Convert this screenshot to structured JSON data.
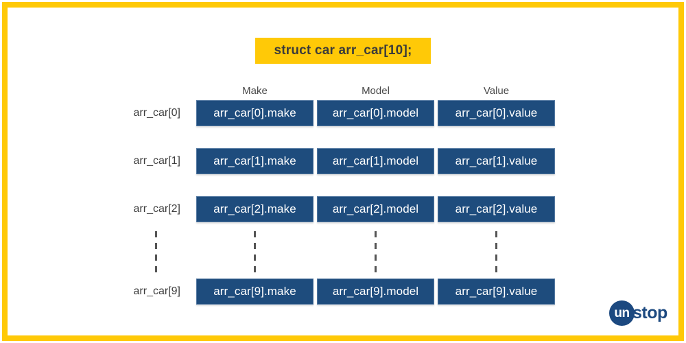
{
  "title": {
    "text": "struct car arr_car[10];"
  },
  "columns": [
    "Make",
    "Model",
    "Value"
  ],
  "rows": [
    {
      "label": "arr_car[0]",
      "cells": [
        "arr_car[0].make",
        "arr_car[0].model",
        "arr_car[0].value"
      ]
    },
    {
      "label": "arr_car[1]",
      "cells": [
        "arr_car[1].make",
        "arr_car[1].model",
        "arr_car[1].value"
      ]
    },
    {
      "label": "arr_car[2]",
      "cells": [
        "arr_car[2].make",
        "arr_car[2].model",
        "arr_car[2].value"
      ]
    },
    {
      "label": "arr_car[9]",
      "cells": [
        "arr_car[9].make",
        "arr_car[9].model",
        "arr_car[9].value"
      ]
    }
  ],
  "logo": {
    "circle": "un",
    "rest": "stop"
  },
  "colors": {
    "brand_yellow": "#ffc907",
    "cell_blue": "#1e4c7d",
    "logo_blue": "#1c4980",
    "label_gray": "#3d3d3d",
    "dash_gray": "#555555",
    "cell_text": "#ffffff"
  }
}
